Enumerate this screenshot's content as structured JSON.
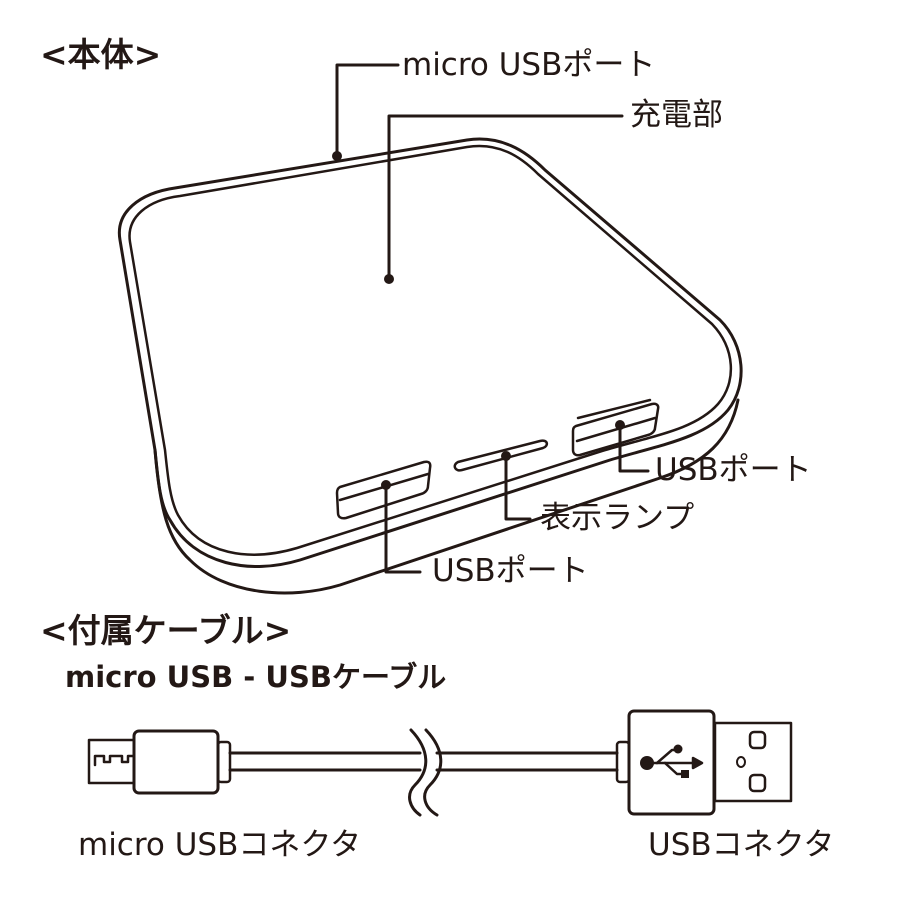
{
  "colors": {
    "ink": "#231815",
    "background": "#ffffff"
  },
  "sections": {
    "body": {
      "heading": "<本体>",
      "callouts": {
        "micro_usb_port": "micro USBポート",
        "charging_area": "充電部",
        "usb_port_right": "USBポート",
        "indicator_lamp": "表示ランプ",
        "usb_port_left": "USBポート"
      }
    },
    "accessory": {
      "heading": "<付属ケーブル>",
      "cable_name": "micro USB - USBケーブル",
      "connectors": {
        "micro_usb": "micro USBコネクタ",
        "usb": "USBコネクタ"
      }
    }
  },
  "icons": {
    "usb_symbol": "usb-trident-icon",
    "cable_break": "wavy-break-icon"
  }
}
